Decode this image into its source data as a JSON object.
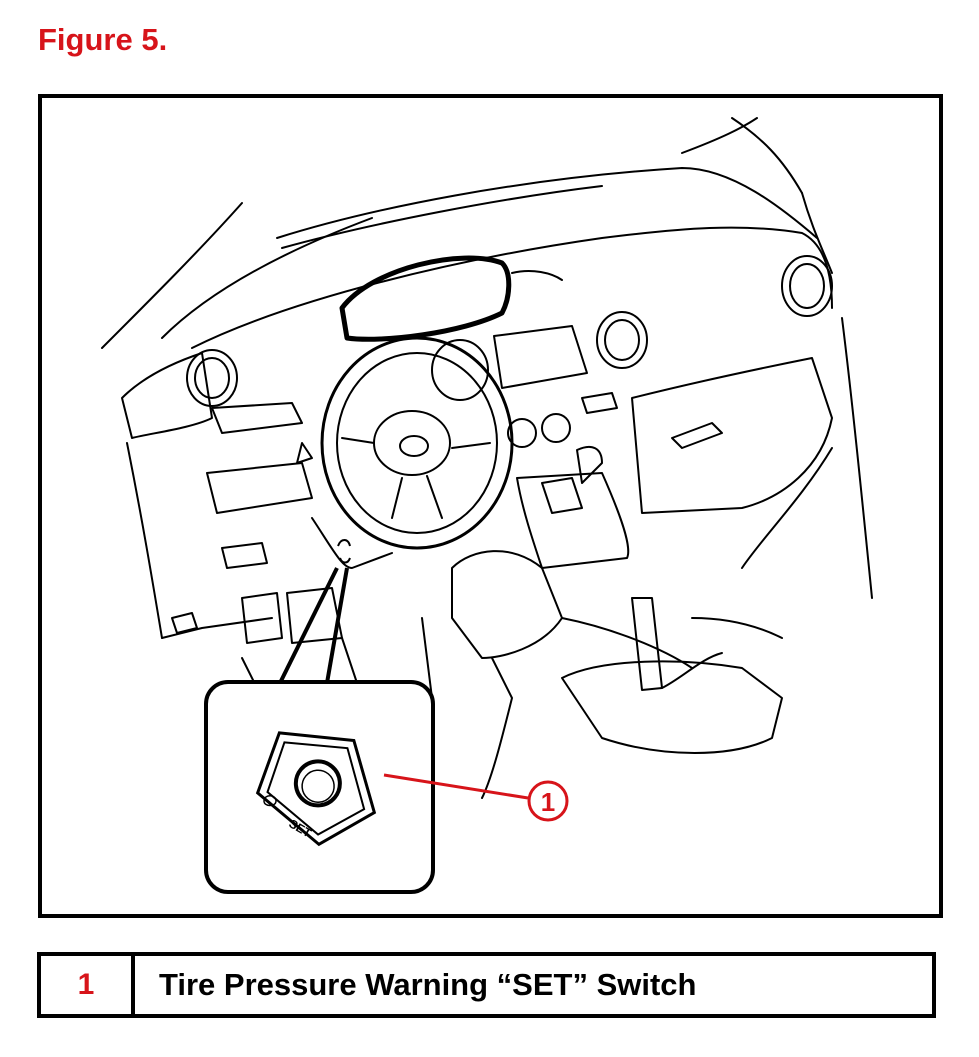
{
  "figure": {
    "title": "Figure 5."
  },
  "diagram": {
    "callout_number": "1",
    "switch_label": "SET",
    "accent_color": "#d7141a"
  },
  "legend": {
    "rows": [
      {
        "number": "1",
        "description": "Tire Pressure Warning “SET” Switch"
      }
    ]
  }
}
